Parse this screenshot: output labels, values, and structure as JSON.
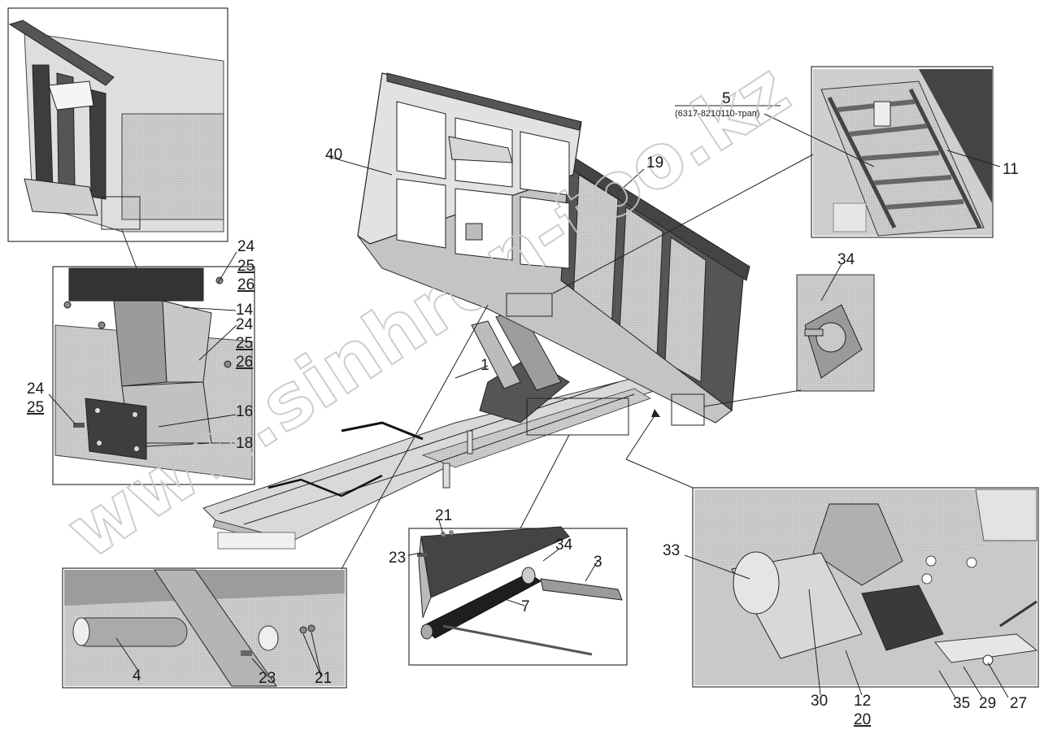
{
  "labels": {
    "l40": "40",
    "l19": "19",
    "l5": "5",
    "l5_sub": "(6317-8210110-трап)",
    "l11": "11",
    "l34_top": "34",
    "l24a": "24",
    "l25a": "25",
    "l26a": "26",
    "l14": "14",
    "l24b": "24",
    "l25b": "25",
    "l26b": "26",
    "l24c": "24",
    "l25c": "25",
    "l16": "16",
    "l18": "18",
    "l1": "1",
    "l21_mid": "21",
    "l23_mid": "23",
    "l34_mid": "34",
    "l3": "3",
    "l7": "7",
    "l4": "4",
    "l23_bot": "23",
    "l21_bot": "21",
    "l33": "33",
    "l30": "30",
    "l12": "12",
    "l20": "20",
    "l35": "35",
    "l29": "29",
    "l27": "27"
  },
  "watermark": "www.sinhron-too.kz",
  "colors": {
    "metal_light": "#d6d6d6",
    "metal_mid": "#a9a9a9",
    "metal_dark": "#4a4a4a",
    "line": "#222222"
  }
}
